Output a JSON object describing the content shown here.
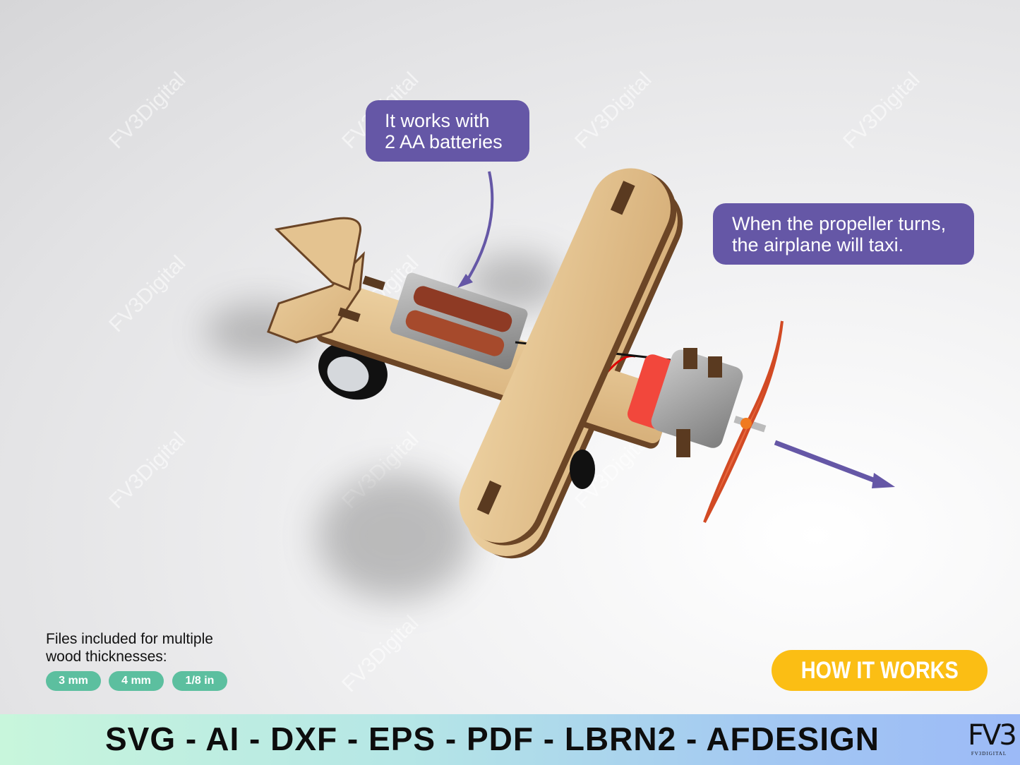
{
  "watermark": "FV3Digital",
  "callouts": {
    "batteries": [
      "It works with",
      "2 AA batteries"
    ],
    "propeller": [
      "When the propeller turns,",
      "the airplane will taxi."
    ]
  },
  "files": {
    "line1": "Files included for multiple",
    "line2": "wood thicknesses:",
    "thicknesses": [
      "3 mm",
      "4 mm",
      "1/8 in"
    ]
  },
  "how_button": "HOW IT WORKS",
  "formats": "SVG - AI - DXF - EPS - PDF - LBRN2 - AFDESIGN",
  "logo": {
    "mark": "FV3",
    "name": "FV3DIGITAL"
  },
  "colors": {
    "callout": "#6557a6",
    "pill": "#5cbf9f",
    "button": "#fbbe14",
    "wood": "#e2c08c"
  }
}
